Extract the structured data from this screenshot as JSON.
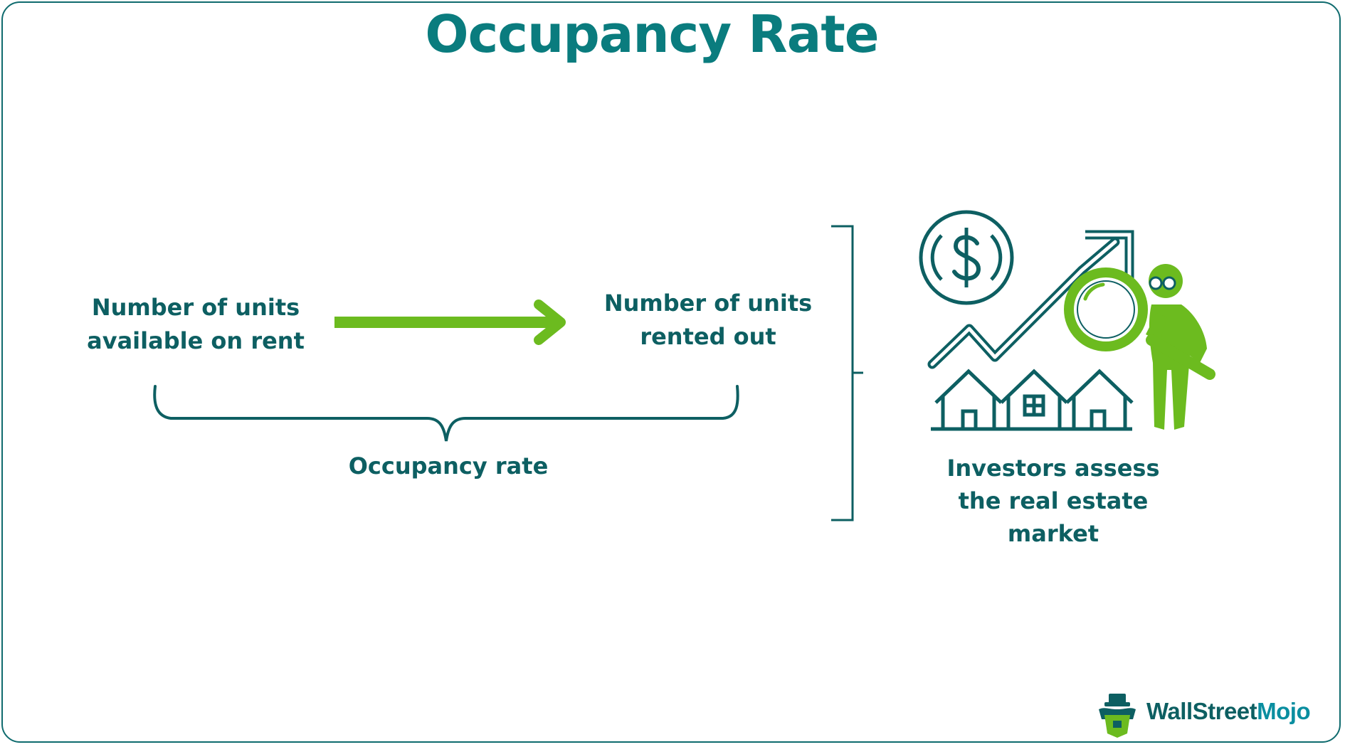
{
  "title": "Occupancy Rate",
  "labels": {
    "available": "Number of units available on rent",
    "rented": "Number of units rented out",
    "occupancy": "Occupancy rate",
    "investors": "Investors assess the real estate market"
  },
  "logo": {
    "part1": "WallStreet",
    "part2": "Mojo"
  },
  "colors": {
    "teal": "#0d5f62",
    "title_teal": "#0a7c7e",
    "green": "#6cbb1f"
  }
}
